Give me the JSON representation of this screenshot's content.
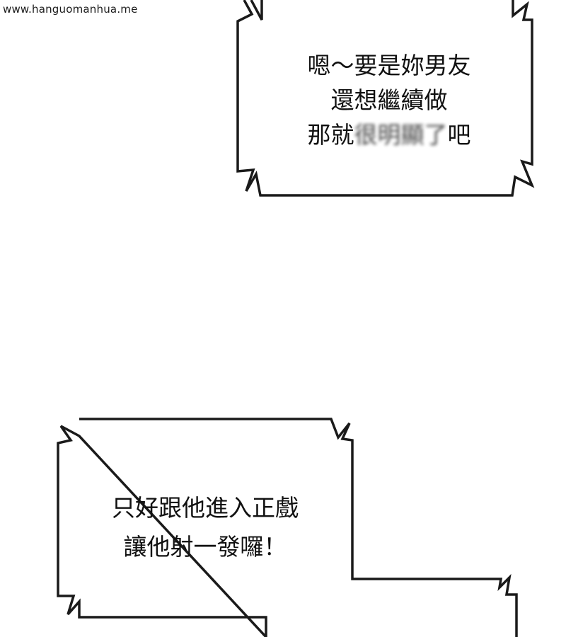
{
  "watermark": "www.hanguomanhua.me",
  "bubble_top": {
    "line1": "嗯～要是妳男友",
    "line2": "還想繼續做",
    "line3_clear": "那就",
    "line3_censored": "很明顯了",
    "line3_end": "吧"
  },
  "bubble_bottom": {
    "line1": "只好跟他進入正戲",
    "line2": "讓他射一發囉！"
  },
  "colors": {
    "background": "#ffffff",
    "ink": "#111111",
    "border": "#1a1a1a"
  }
}
